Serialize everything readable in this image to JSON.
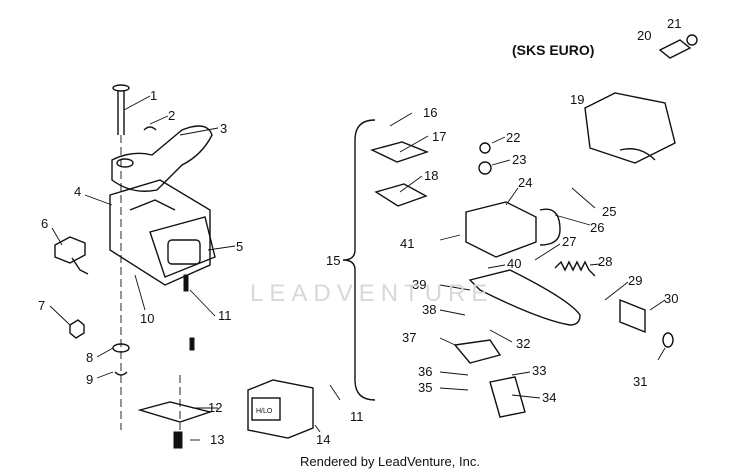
{
  "diagram": {
    "subtitle": "(SKS EURO)",
    "watermark": "LEADVENTURE",
    "footer": "Rendered by LeadVenture, Inc.",
    "callouts": [
      "1",
      "2",
      "3",
      "4",
      "5",
      "6",
      "7",
      "8",
      "9",
      "10",
      "11",
      "11",
      "12",
      "13",
      "14",
      "15",
      "16",
      "17",
      "18",
      "19",
      "20",
      "21",
      "22",
      "23",
      "24",
      "25",
      "26",
      "27",
      "28",
      "29",
      "30",
      "31",
      "32",
      "33",
      "34",
      "35",
      "36",
      "37",
      "38",
      "39",
      "40",
      "41"
    ]
  }
}
